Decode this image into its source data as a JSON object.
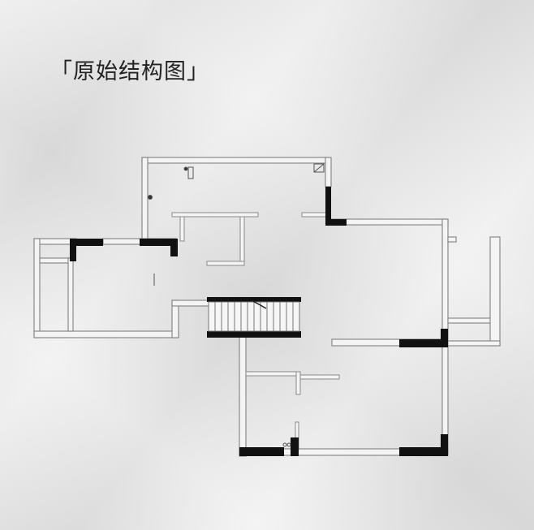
{
  "title": "「原始结构图」",
  "colors": {
    "paper": "#e8e8e8",
    "wall_outline": "#8a8a8a",
    "structural_wall": "#111111",
    "wall_fill": "#f2f2f2"
  },
  "plan": {
    "name": "floor-plan",
    "elements": [
      "outer-walls",
      "structural-columns",
      "staircase",
      "partition-walls",
      "balconies"
    ]
  }
}
